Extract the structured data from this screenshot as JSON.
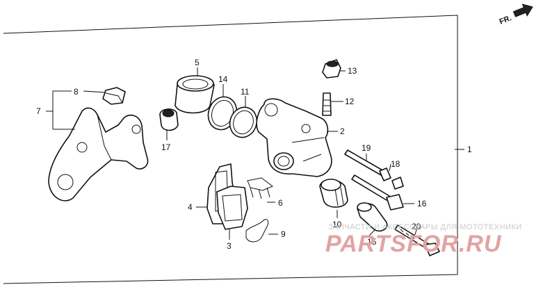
{
  "direction_marker": {
    "text": "FR."
  },
  "labels": {
    "p1": "1",
    "p2": "2",
    "p3": "3",
    "p4": "4",
    "p5": "5",
    "p6": "6",
    "p7": "7",
    "p8": "8",
    "p9": "9",
    "p10": "10",
    "p11": "11",
    "p12": "12",
    "p13": "13",
    "p14": "14",
    "p15": "15",
    "p16": "16",
    "p17": "17",
    "p18": "18",
    "p19": "19",
    "p20": "20"
  },
  "watermark": {
    "caption": "ЗАПЧАСТИ И АКСЕССУАРЫ ДЛЯ МОТОТЕХНИКИ",
    "brand": "PARTSFOR.RU"
  }
}
